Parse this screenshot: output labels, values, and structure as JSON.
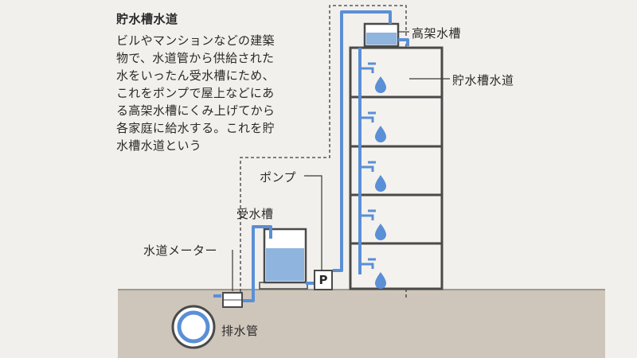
{
  "title": "貯水槽水道",
  "description_lines": [
    "ビルやマンションなどの建築",
    "物で、水道管から供給された",
    "水をいったん受水槽にため、",
    "これをポンプで屋上などにあ",
    "る高架水槽にくみ上げてから",
    "各家庭に給水する。これを貯",
    "水槽水道という"
  ],
  "labels": {
    "elevated_tank": "高架水槽",
    "tank_system": "貯水槽水道",
    "pump": "ポンプ",
    "receiving_tank": "受水槽",
    "water_meter": "水道メーター",
    "drain_pipe": "排水管",
    "pump_letter": "P"
  },
  "colors": {
    "pipe": "#5b8fd6",
    "water": "#8fb4dd",
    "ground": "#cfc6bb",
    "outline": "#4a4a4a",
    "background": "#f2f0ec"
  },
  "icons": [
    "faucet-icon",
    "water-drop-icon"
  ]
}
